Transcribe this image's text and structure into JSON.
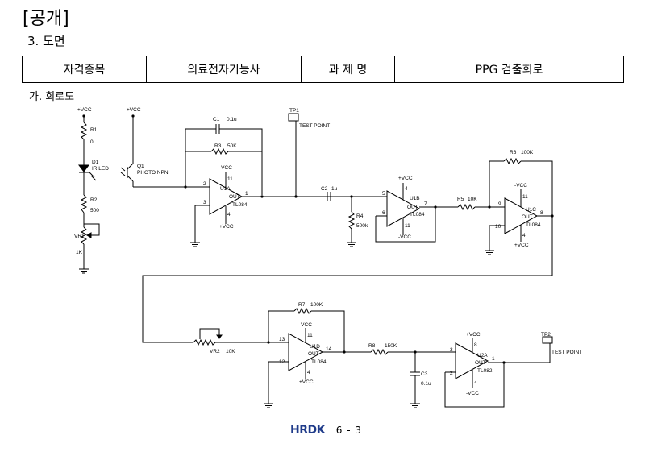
{
  "header": {
    "public_tag": "[공개]",
    "section": "3. 도면"
  },
  "info_table": {
    "col1_label": "자격종목",
    "col1_value": "의료전자기능사",
    "col2_label": "과 제 명",
    "col2_value": "PPG 검출회로"
  },
  "subsection": "가. 회로도",
  "circuit": {
    "vcc_pos": "+VCC",
    "vcc_neg": "-VCC",
    "r1": "R1",
    "r1_val": "0",
    "d1": "D1",
    "d1_val": "IR LED",
    "r2": "R2",
    "r2_val": "500",
    "vr1": "VR1",
    "vr1_val": "1K",
    "q1": "Q1",
    "q1_val": "PHOTO NPN",
    "c1": "C1",
    "c1_val": "0.1u",
    "r3": "R3",
    "r3_val": "50K",
    "tp1": "TP1",
    "tp1_label": "TEST POINT",
    "u1a": "U1A",
    "tl084": "TL084",
    "out": "OUT",
    "c2": "C2",
    "c2_val": "1u",
    "r4": "R4",
    "r4_val": "500k",
    "u1b": "U1B",
    "r5": "R5",
    "r5_val": "10K",
    "r6": "R6",
    "r6_val": "100K",
    "u1c": "U1C",
    "vr2": "VR2",
    "vr2_val": "10K",
    "r7": "R7",
    "r7_val": "100K",
    "u1d": "U1D",
    "r8": "R8",
    "r8_val": "150K",
    "c3": "C3",
    "c3_val": "0.1u",
    "u2a": "U2A",
    "tl082": "TL082",
    "tp2": "TP2",
    "tp2_label": "TEST POINT",
    "pins": {
      "u1a_in_p": "3",
      "u1a_in_n": "2",
      "u1a_out": "1",
      "u1a_vp": "4",
      "u1a_vn": "11",
      "u1b_in_p": "5",
      "u1b_in_n": "6",
      "u1b_out": "7",
      "u1b_vp": "4",
      "u1b_vn": "11",
      "u1c_in_p": "10",
      "u1c_in_n": "9",
      "u1c_out": "8",
      "u1c_vp": "4",
      "u1c_vn": "11",
      "u1d_in_p": "12",
      "u1d_in_n": "13",
      "u1d_out": "14",
      "u1d_vp": "4",
      "u1d_vn": "11",
      "u2a_in_p": "3",
      "u2a_in_n": "2",
      "u2a_out": "1",
      "u2a_vp": "8",
      "u2a_vn": "4"
    }
  },
  "footer": {
    "logo": "HRDK",
    "page": "6 - 3"
  }
}
